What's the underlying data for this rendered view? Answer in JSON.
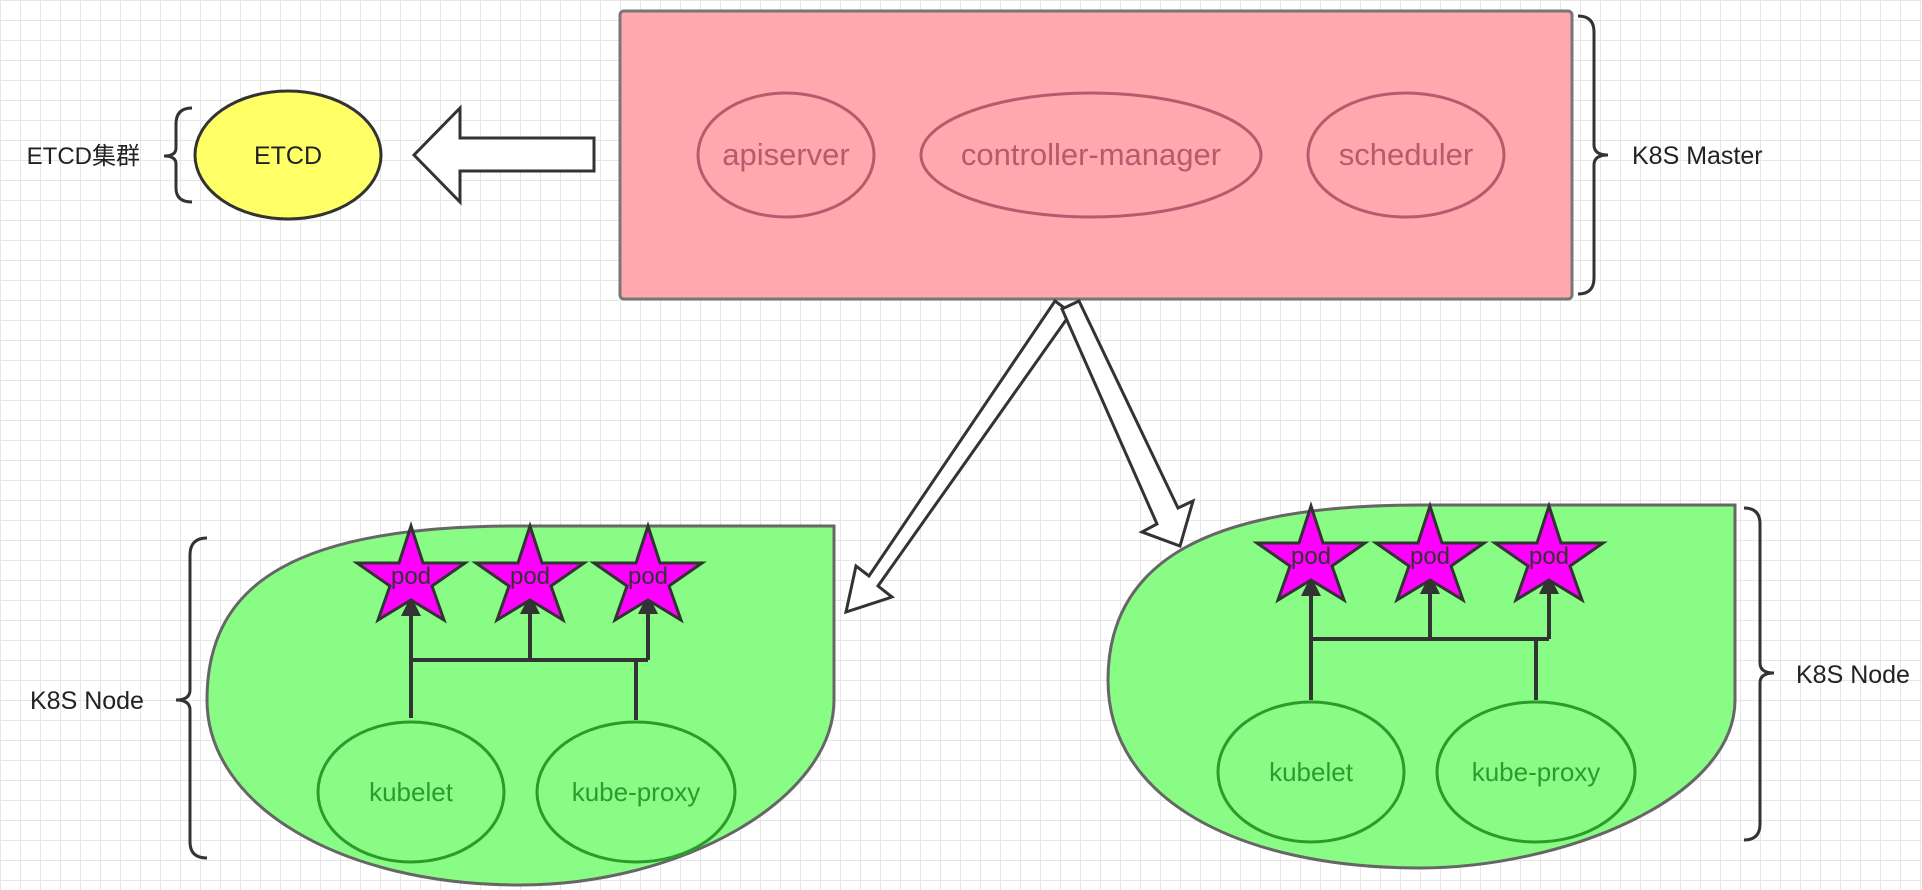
{
  "etcd": {
    "cluster_label": "ETCD集群",
    "node_label": "ETCD"
  },
  "master": {
    "label": "K8S Master",
    "components": [
      "apiserver",
      "controller-manager",
      "scheduler"
    ]
  },
  "nodes": [
    {
      "label": "K8S Node",
      "pods": [
        "pod",
        "pod",
        "pod"
      ],
      "agents": [
        "kubelet",
        "kube-proxy"
      ]
    },
    {
      "label": "K8S Node",
      "pods": [
        "pod",
        "pod",
        "pod"
      ],
      "agents": [
        "kubelet",
        "kube-proxy"
      ]
    }
  ],
  "colors": {
    "master_fill": "#ffa8ad",
    "master_text": "#b85a6c",
    "etcd_fill": "#ffff66",
    "node_fill": "#88fc84",
    "node_text": "#2c9b2c",
    "pod_fill": "#ff00ff",
    "line": "#333333"
  },
  "icons": {
    "etcd_arrow": "arrow-left-icon",
    "master_to_nodes": "arrow-down-icon",
    "pod": "star-icon"
  }
}
